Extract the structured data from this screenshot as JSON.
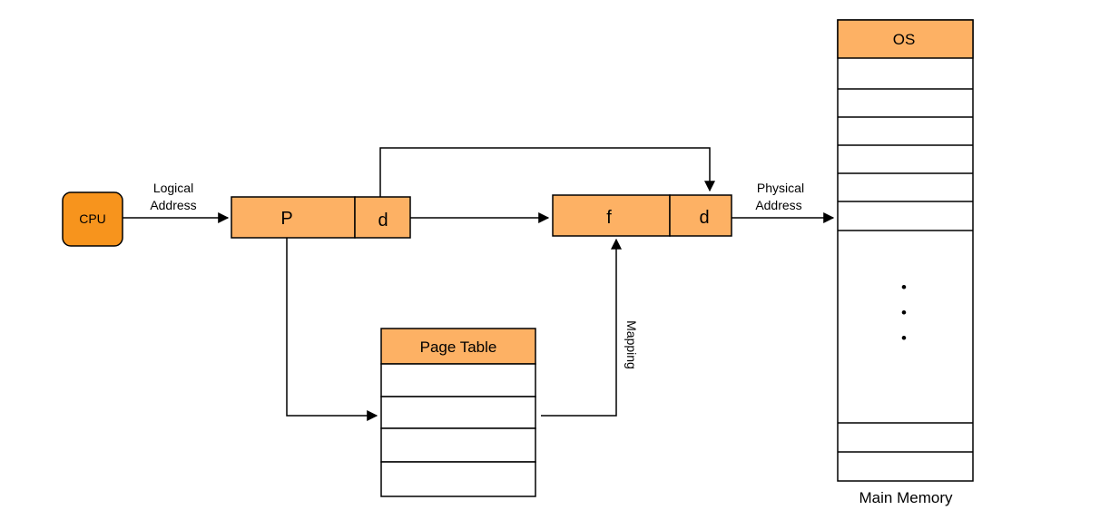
{
  "cpu": {
    "label": "CPU"
  },
  "logical_address": {
    "line1": "Logical",
    "line2": "Address",
    "page": "P",
    "offset": "d"
  },
  "physical_address": {
    "line1": "Physical",
    "line2": "Address",
    "frame": "f",
    "offset": "d"
  },
  "page_table": {
    "title": "Page Table",
    "mapping_label": "Mapping"
  },
  "main_memory": {
    "os_label": "OS",
    "caption": "Main Memory",
    "ellipsis": [
      "•",
      "•",
      "•"
    ]
  },
  "colors": {
    "cpu_fill": "#f7941d",
    "box_fill": "#fdb164",
    "line": "#000000"
  }
}
